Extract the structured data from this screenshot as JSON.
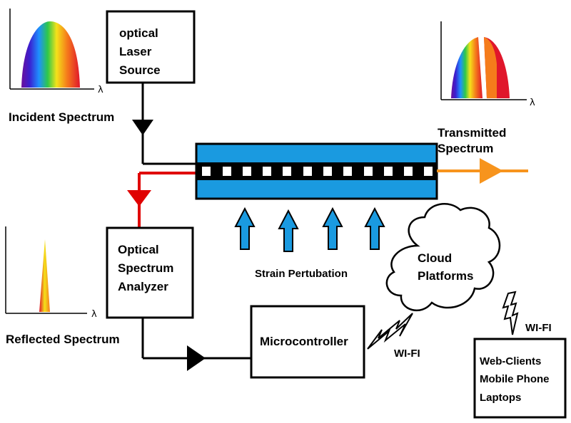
{
  "boxes": {
    "laser": [
      "optical",
      "Laser",
      "Source"
    ],
    "osa": [
      "Optical",
      "Spectrum",
      "Analyzer"
    ],
    "micro": [
      "Microcontroller"
    ],
    "clients": [
      "Web-Clients",
      "Mobile Phone",
      "Laptops"
    ]
  },
  "labels": {
    "incident": "Incident Spectrum",
    "transmitted": [
      "Transmitted",
      "Spectrum"
    ],
    "reflected": "Reflected Spectrum",
    "strain": "Strain Pertubation",
    "cloud": [
      "Cloud",
      "Platforms"
    ],
    "wifi_left": "WI-FI",
    "wifi_right": "WI-FI"
  },
  "axis_symbol": "λ",
  "colors": {
    "fiber_blue": "#1a9ae0",
    "reflected_red": "#e00000",
    "transmitted_orange": "#f7941d",
    "strain_arrow": "#1a9ae0"
  },
  "icons": [
    "lightning-bolt-icon",
    "cloud-icon",
    "arrow-icon"
  ]
}
